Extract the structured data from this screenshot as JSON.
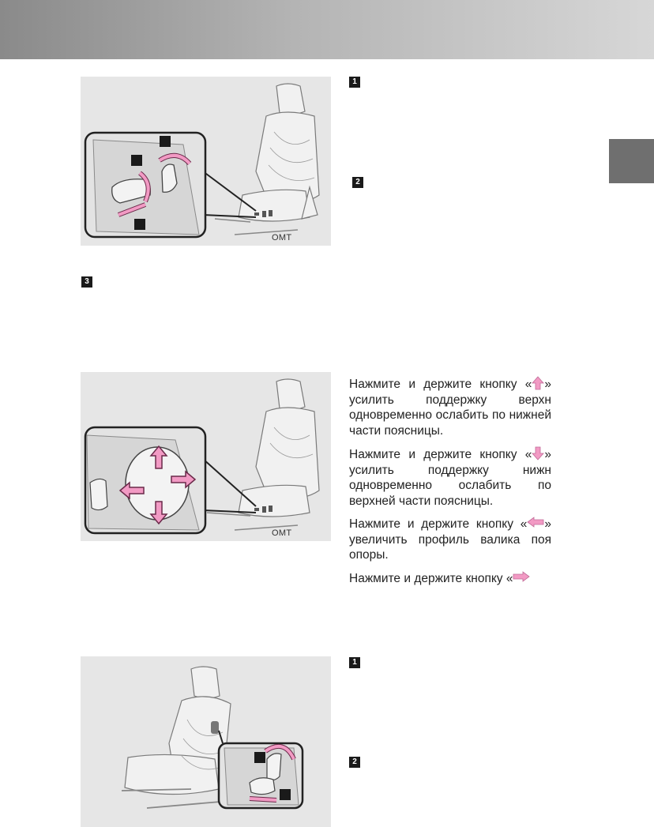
{
  "markers": {
    "m1": "1",
    "m2": "2",
    "m3": "3",
    "m4": "1",
    "m5": "2"
  },
  "figures": {
    "fig1_code": "OMT",
    "fig2_code": "OMT"
  },
  "lumbar": {
    "p1_prefix": "Нажмите и держите кнопку «",
    "p1_suffix": "»",
    "p1_line2": "усилить поддержку верхн одновременно ослабить по нижней части поясницы.",
    "p2_prefix": "Нажмите и держите кнопку «",
    "p2_suffix": "»",
    "p2_line2": "усилить поддержку нижн одновременно ослабить по верхней части поясницы.",
    "p3_prefix": "Нажмите и держите кнопку «",
    "p3_suffix": "»",
    "p3_line2": "увеличить профиль валика поя опоры.",
    "p4_prefix": "Нажмите и держите кнопку «"
  },
  "colors": {
    "arrow_fill": "#f29ac4",
    "arrow_stroke": "#6b2a4a",
    "figure_bg": "#e6e6e6",
    "tab": "#6f6f6f"
  },
  "icons": {
    "up": "arrow-up-icon",
    "down": "arrow-down-icon",
    "left": "arrow-left-icon",
    "right": "arrow-right-icon"
  }
}
